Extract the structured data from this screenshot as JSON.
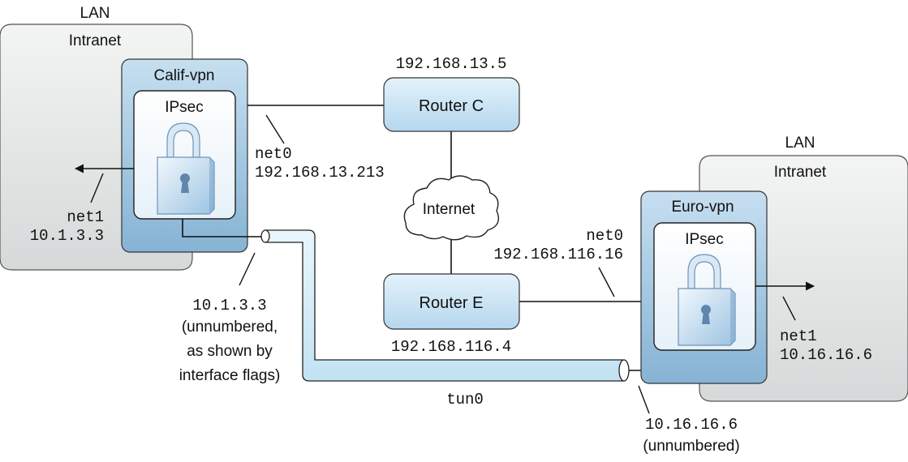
{
  "left_site": {
    "lan_label": "LAN",
    "intranet_label": "Intranet",
    "gateway_label": "Calif-vpn",
    "ipsec_label": "IPsec",
    "net0_label": "net0",
    "net0_address": "192.168.13.213",
    "net1_label": "net1",
    "net1_address": "10.1.3.3",
    "tunnel_address": "10.1.3.3",
    "tunnel_note_line1": "(unnumbered,",
    "tunnel_note_line2": "as shown by",
    "tunnel_note_line3": "interface flags)"
  },
  "right_site": {
    "lan_label": "LAN",
    "intranet_label": "Intranet",
    "gateway_label": "Euro-vpn",
    "ipsec_label": "IPsec",
    "net0_label": "net0",
    "net0_address": "192.168.116.16",
    "net1_label": "net1",
    "net1_address": "10.16.16.6",
    "tunnel_address": "10.16.16.6",
    "tunnel_note": "(unnumbered)"
  },
  "router_c": {
    "label": "Router C",
    "address": "192.168.13.5"
  },
  "router_e": {
    "label": "Router E",
    "address": "192.168.116.4"
  },
  "internet": {
    "label": "Internet"
  },
  "tunnel": {
    "label": "tun0"
  },
  "colors": {
    "lan_fill": "#e4e6e6",
    "gateway_fill": "#9fc4de",
    "router_fill": "#cfe6f5",
    "tunnel_fill": "#d9eef8",
    "line": "#111111"
  }
}
